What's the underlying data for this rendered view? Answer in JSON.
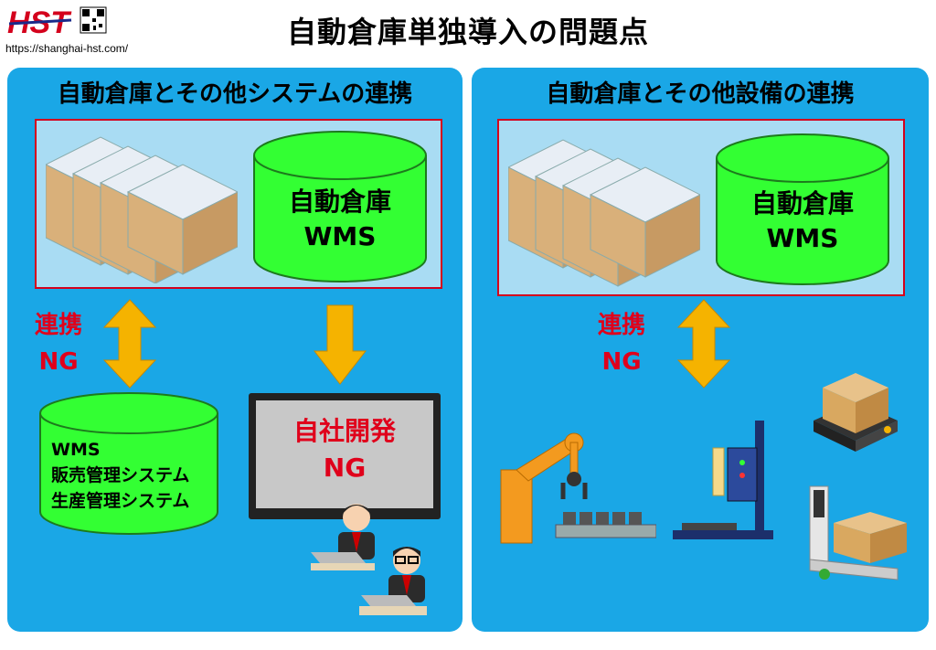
{
  "header": {
    "logo_text": "HST",
    "url": "https://shanghai-hst.com/",
    "title": "自動倉庫単独導入の問題点"
  },
  "left_panel": {
    "title": "自動倉庫とその他システムの連携",
    "cylinder_main": {
      "line1": "自動倉庫",
      "line2": "WMS"
    },
    "link_label": {
      "line1": "連携",
      "line2": "NG"
    },
    "cylinder_systems": {
      "line1": "WMS",
      "line2": "販売管理システム",
      "line3": "生産管理システム"
    },
    "monitor": {
      "line1": "自社開発",
      "line2": "NG"
    }
  },
  "right_panel": {
    "title": "自動倉庫とその他設備の連携",
    "cylinder_main": {
      "line1": "自動倉庫",
      "line2": "WMS"
    },
    "link_label": {
      "line1": "連携",
      "line2": "NG"
    }
  },
  "colors": {
    "panel": "#1aa7e6",
    "frame": "#d4001c",
    "cylinder": "#33ff33",
    "arrow": "#f5b300",
    "ng_text": "#e0001b"
  }
}
